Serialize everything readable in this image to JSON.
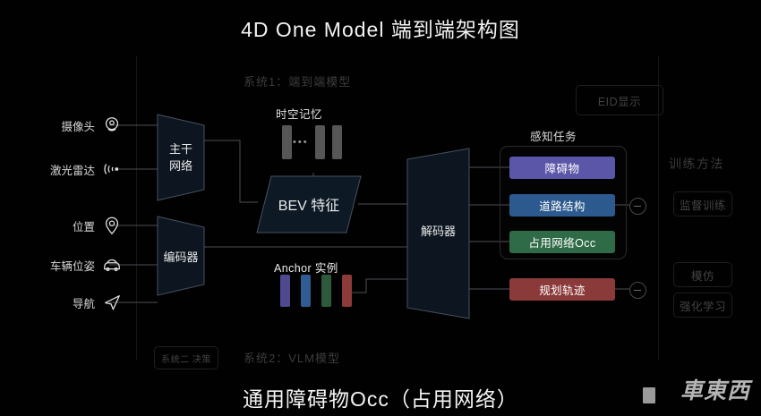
{
  "page": {
    "title": "4D One Model 端到端架构图",
    "bottom_title": "通用障碍物Occ（占用网络）",
    "background_color": "#000000"
  },
  "section_labels": {
    "system1": "系统1：端到端模型",
    "system2": "系统2：VLM模型"
  },
  "inputs": [
    {
      "label": "摄像头",
      "icon": "camera-icon"
    },
    {
      "label": "激光雷达",
      "icon": "lidar-icon"
    },
    {
      "label": "位置",
      "icon": "location-pin-icon"
    },
    {
      "label": "车辆位姿",
      "icon": "car-icon"
    },
    {
      "label": "导航",
      "icon": "navigation-arrow-icon"
    }
  ],
  "blocks": {
    "backbone": "主干\n网络",
    "encoder": "编码器",
    "bev": "BEV 特征",
    "decoder": "解码器"
  },
  "memory": {
    "title": "时空记忆",
    "dots": "•••",
    "bar_count": 4,
    "bar_color": "#565656"
  },
  "anchor": {
    "title": "Anchor 实例",
    "bars": [
      {
        "color": "#4f4a8f"
      },
      {
        "color": "#2f5c93"
      },
      {
        "color": "#2d5a3c"
      },
      {
        "color": "#8d3a3a"
      }
    ]
  },
  "perception": {
    "title": "感知任务",
    "tasks": [
      {
        "label": "障碍物",
        "color": "#5b56a8"
      },
      {
        "label": "道路结构",
        "color": "#2d5a8e"
      },
      {
        "label": "占用网络Occ",
        "color": "#2f6b47"
      }
    ]
  },
  "planning": {
    "label": "规划轨迹",
    "color": "#8a3a39"
  },
  "faded": {
    "eid_display": "EID显示",
    "training_method": "训练方法",
    "supervised": "监督训练",
    "imitation": "模仿",
    "reinforcement": "强化学习",
    "system2_decision": "系统二 决策"
  },
  "branding": {
    "logo_text": "車東西"
  }
}
